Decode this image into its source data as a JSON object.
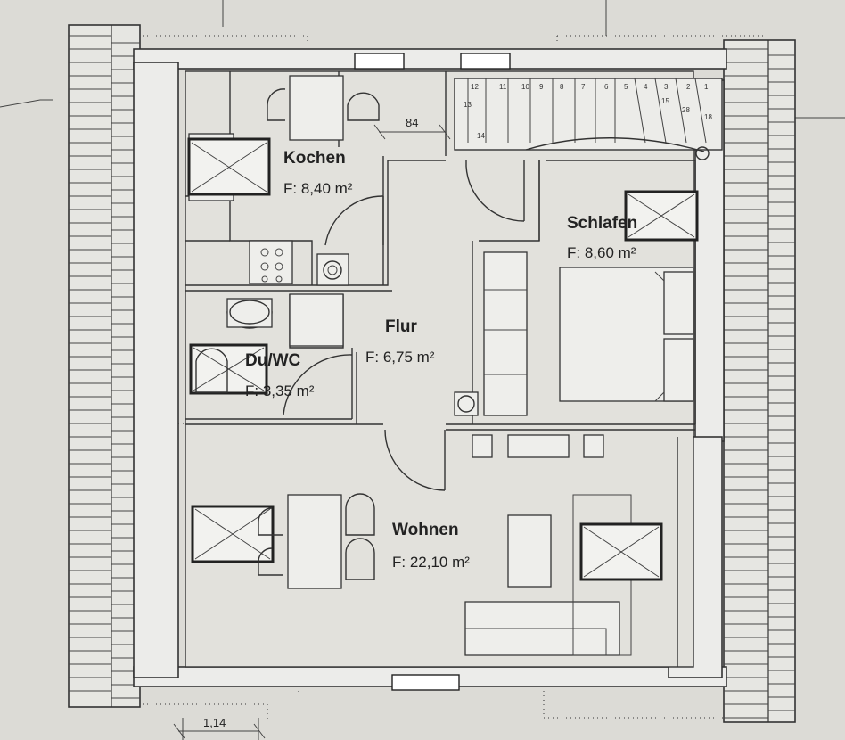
{
  "rooms": {
    "kochen": {
      "name": "Kochen",
      "area": "F: 8,40 m²"
    },
    "schlafen": {
      "name": "Schlafen",
      "area": "F: 8,60 m²"
    },
    "flur": {
      "name": "Flur",
      "area": "F: 6,75 m²"
    },
    "duwc": {
      "name": "Du/WC",
      "area": "F: 3,35 m²"
    },
    "wohnen": {
      "name": "Wohnen",
      "area": "F: 22,10 m²"
    }
  },
  "dimensions": {
    "door_width": "84",
    "bottom_width": "1,14"
  },
  "stair_steps": [
    "1",
    "2",
    "3",
    "4",
    "5",
    "6",
    "7",
    "8",
    "9",
    "10",
    "11",
    "12",
    "13",
    "14",
    "15",
    "18",
    "28"
  ]
}
